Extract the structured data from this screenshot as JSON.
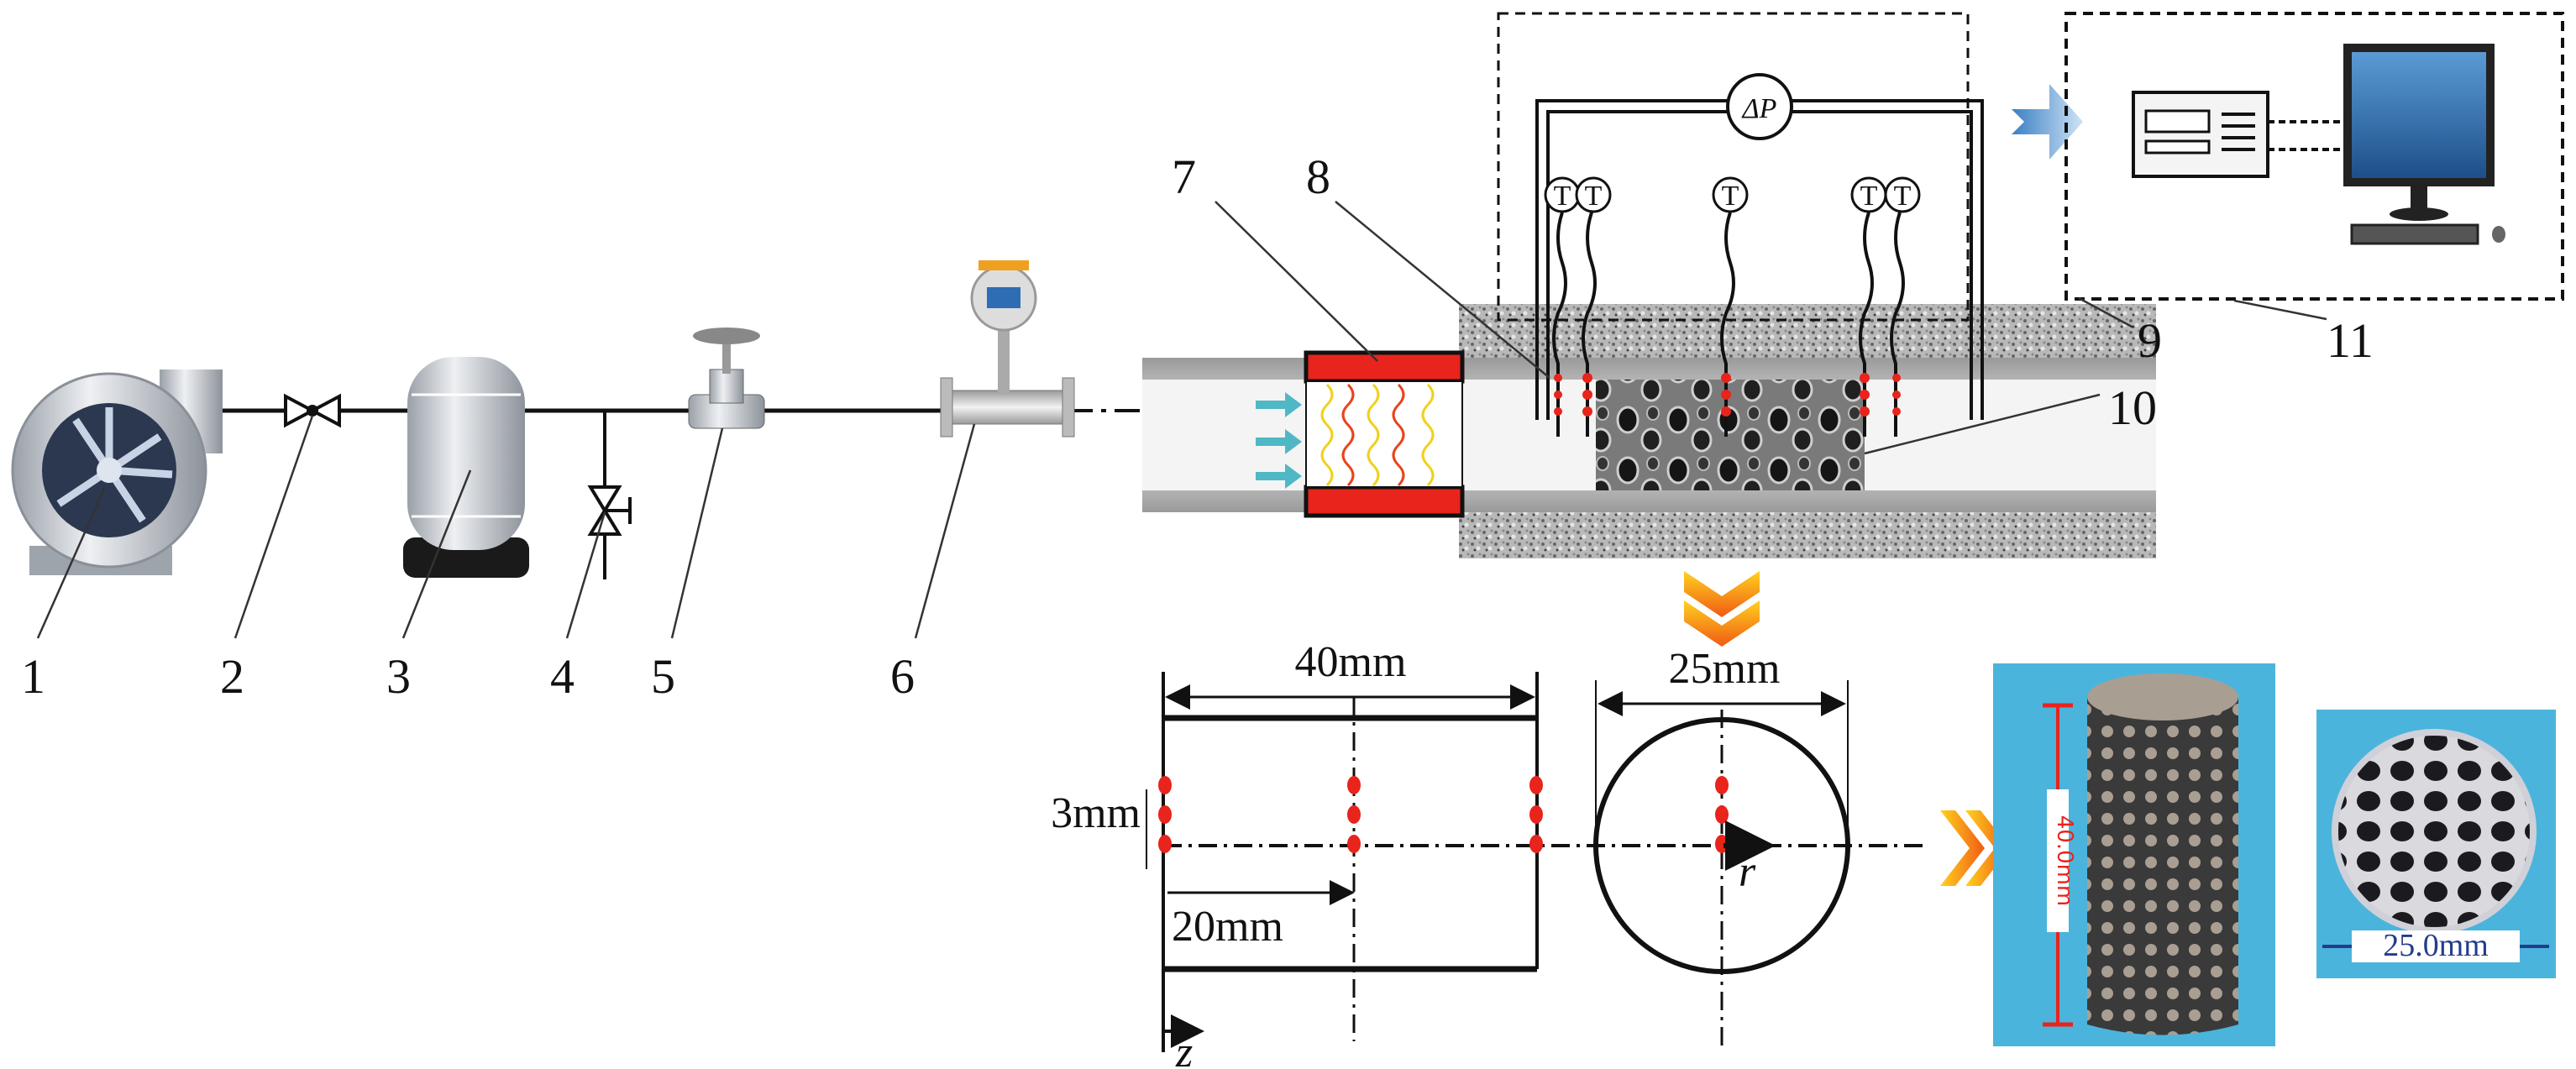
{
  "labels": {
    "fan": "1",
    "check_valve": "2",
    "tank": "3",
    "drain_valve": "4",
    "gate_valve": "5",
    "flowmeter": "6",
    "heater": "7",
    "thermocouple": "8",
    "insulation": "9",
    "porous_sample": "10",
    "data_acquisition": "11"
  },
  "instruments": {
    "pressure_gauge": "ΔP",
    "thermocouple_symbol": "T"
  },
  "dimensions": {
    "length": "40mm",
    "diameter": "25mm",
    "spacing": "3mm",
    "half_length": "20mm",
    "axis_z": "z",
    "axis_r": "r",
    "photo_height": "40.0mm",
    "photo_diameter": "25.0mm"
  },
  "colors": {
    "heater": "#e8241c",
    "probe_dot": "#e8241c",
    "flow_arrow": "#4fb8c4",
    "photo_bg": "#4bb4dc",
    "chevron": "#f5a623",
    "monitor": "#2f6fb0"
  }
}
